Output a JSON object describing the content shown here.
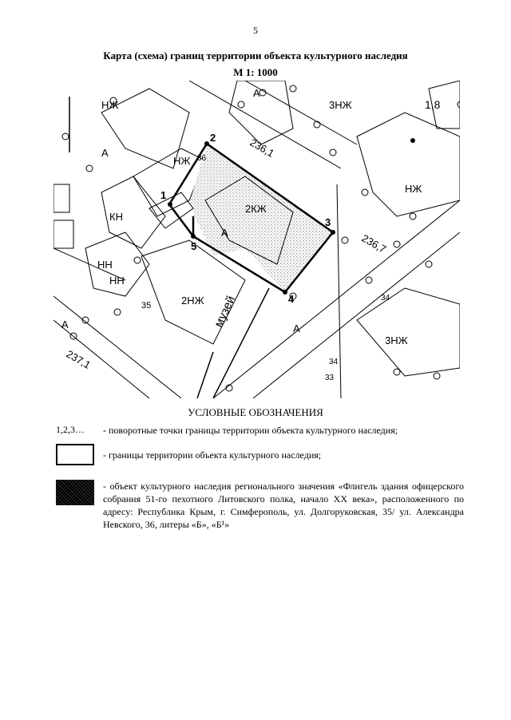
{
  "page_number": "5",
  "title": "Карта (схема) границ территории объекта культурного наследия",
  "scale": "М 1: 1000",
  "map": {
    "labels": {
      "nzh": "НЖ",
      "two_kzh": "2КЖ",
      "two_nzh": "2НЖ",
      "three_nzh": "3НЖ",
      "kn": "КН",
      "nn": "НН",
      "a": "А",
      "museum": "музей",
      "n36": "36",
      "n35": "35",
      "n34": "34",
      "n33": "33",
      "elev_236_1": "236,1",
      "elev_236_7": "236,7",
      "elev_237_1": "237,1",
      "elev_1_8": "1,8"
    },
    "points": [
      "1",
      "2",
      "3",
      "4",
      "5"
    ]
  },
  "legend": {
    "heading": "УСЛОВНЫЕ ОБОЗНАЧЕНИЯ",
    "items": [
      {
        "symbol": "1,2,3…",
        "text": "- поворотные точки границы территории объекта культурного наследия;"
      },
      {
        "text": "- границы территории объекта культурного наследия;"
      },
      {
        "text": "- объект культурного наследия регионального значения «Флигель здания офицерского собрания 51-го пехотного Литовского полка, начало XX века», расположенного по адресу: Республика Крым, г. Симферополь, ул. Долгоруковская, 35/ ул. Александра Невского, 36, литеры «Б», «Б¹»"
      }
    ]
  }
}
